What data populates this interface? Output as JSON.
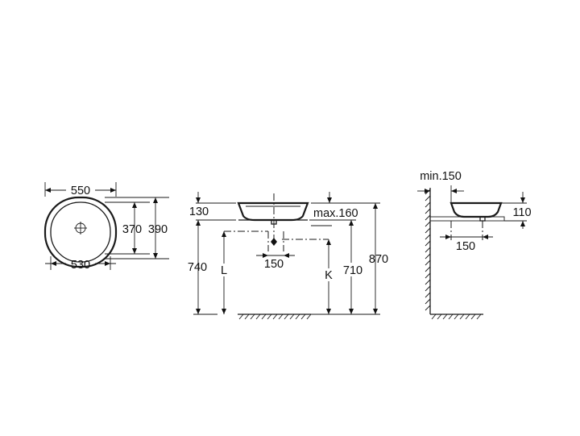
{
  "top_view": {
    "width_outer": "550",
    "width_inner": "530",
    "depth_inner": "370",
    "depth_outer": "390"
  },
  "front_view": {
    "basin_height": "130",
    "max_height": "max.160",
    "counter_height": "740",
    "label_L": "L",
    "offset": "150",
    "label_K": "K",
    "height_710": "710",
    "height_870": "870"
  },
  "side_view": {
    "min_distance": "min.150",
    "height_110": "110",
    "offset": "150"
  }
}
